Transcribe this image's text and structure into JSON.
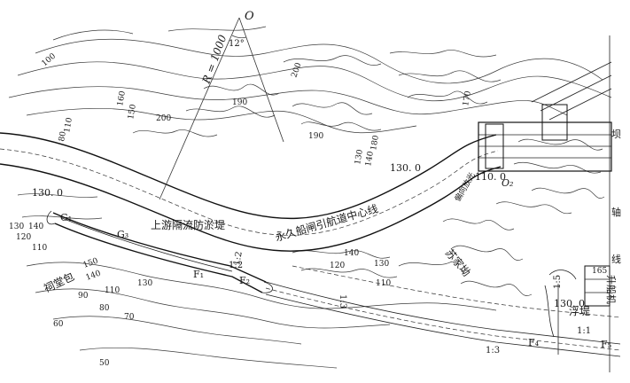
{
  "center_label": "O",
  "angle_label": "12°",
  "radius_label": "R = 1000",
  "lock_center_label": "O₂",
  "elevations": {
    "left": "130. 0",
    "mid": "130. 0",
    "right": "110. 0",
    "bottom_right": "130. 0"
  },
  "annotations": {
    "centerline": "永久船闸引航道中心线",
    "upstream_dam": "上游隔流防淤堤",
    "tongtang": "祠堂包",
    "sujiao": "苏家坳",
    "slope_guide": "偏向放光",
    "floating_dike": "浮堤",
    "dam": "坝",
    "axis": "轴",
    "line": "线",
    "ship_lift": "升船机"
  },
  "points": {
    "g1": "G₁",
    "g3": "G₃",
    "f1": "F₁",
    "f2": "F₂",
    "f4": "F₄",
    "f5": "F₅"
  },
  "slopes": {
    "s1": "1:2",
    "s2": "1:2",
    "s3": "1:3",
    "s4": "1:3",
    "s5": "1:5",
    "s6": "1:1"
  },
  "contours": [
    "100",
    "160",
    "150",
    "110",
    "80",
    "200",
    "190",
    "180",
    "170",
    "140",
    "130",
    "120",
    "90",
    "70",
    "60",
    "50",
    "165"
  ]
}
